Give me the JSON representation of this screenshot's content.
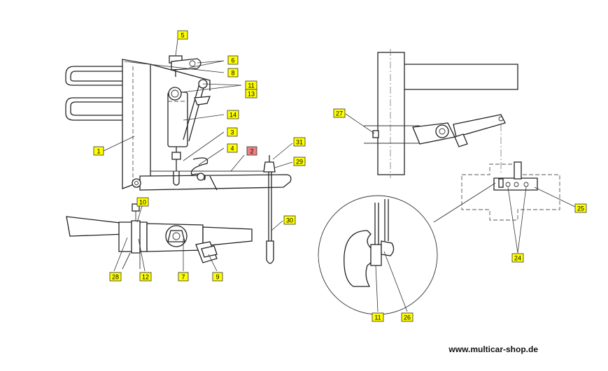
{
  "colors": {
    "label_fill": "#ffff00",
    "label_highlight_fill": "#f08080",
    "line": "#222222",
    "background": "#ffffff"
  },
  "labels": [
    {
      "id": "5",
      "text": "5",
      "highlighted": false
    },
    {
      "id": "6",
      "text": "6",
      "highlighted": false
    },
    {
      "id": "8",
      "text": "8",
      "highlighted": false
    },
    {
      "id": "11a",
      "text": "11",
      "highlighted": false
    },
    {
      "id": "13",
      "text": "13",
      "highlighted": false
    },
    {
      "id": "14",
      "text": "14",
      "highlighted": false
    },
    {
      "id": "1",
      "text": "1",
      "highlighted": false
    },
    {
      "id": "3",
      "text": "3",
      "highlighted": false
    },
    {
      "id": "4",
      "text": "4",
      "highlighted": false
    },
    {
      "id": "2",
      "text": "2",
      "highlighted": true
    },
    {
      "id": "31",
      "text": "31",
      "highlighted": false
    },
    {
      "id": "29",
      "text": "29",
      "highlighted": false
    },
    {
      "id": "10",
      "text": "10",
      "highlighted": false
    },
    {
      "id": "30",
      "text": "30",
      "highlighted": false
    },
    {
      "id": "28",
      "text": "28",
      "highlighted": false
    },
    {
      "id": "12",
      "text": "12",
      "highlighted": false
    },
    {
      "id": "7",
      "text": "7",
      "highlighted": false
    },
    {
      "id": "9",
      "text": "9",
      "highlighted": false
    },
    {
      "id": "27",
      "text": "27",
      "highlighted": false
    },
    {
      "id": "25",
      "text": "25",
      "highlighted": false
    },
    {
      "id": "24",
      "text": "24",
      "highlighted": false
    },
    {
      "id": "11b",
      "text": "11",
      "highlighted": false
    },
    {
      "id": "26",
      "text": "26",
      "highlighted": false
    }
  ],
  "footer": {
    "url": "www.multicar-shop.de"
  }
}
